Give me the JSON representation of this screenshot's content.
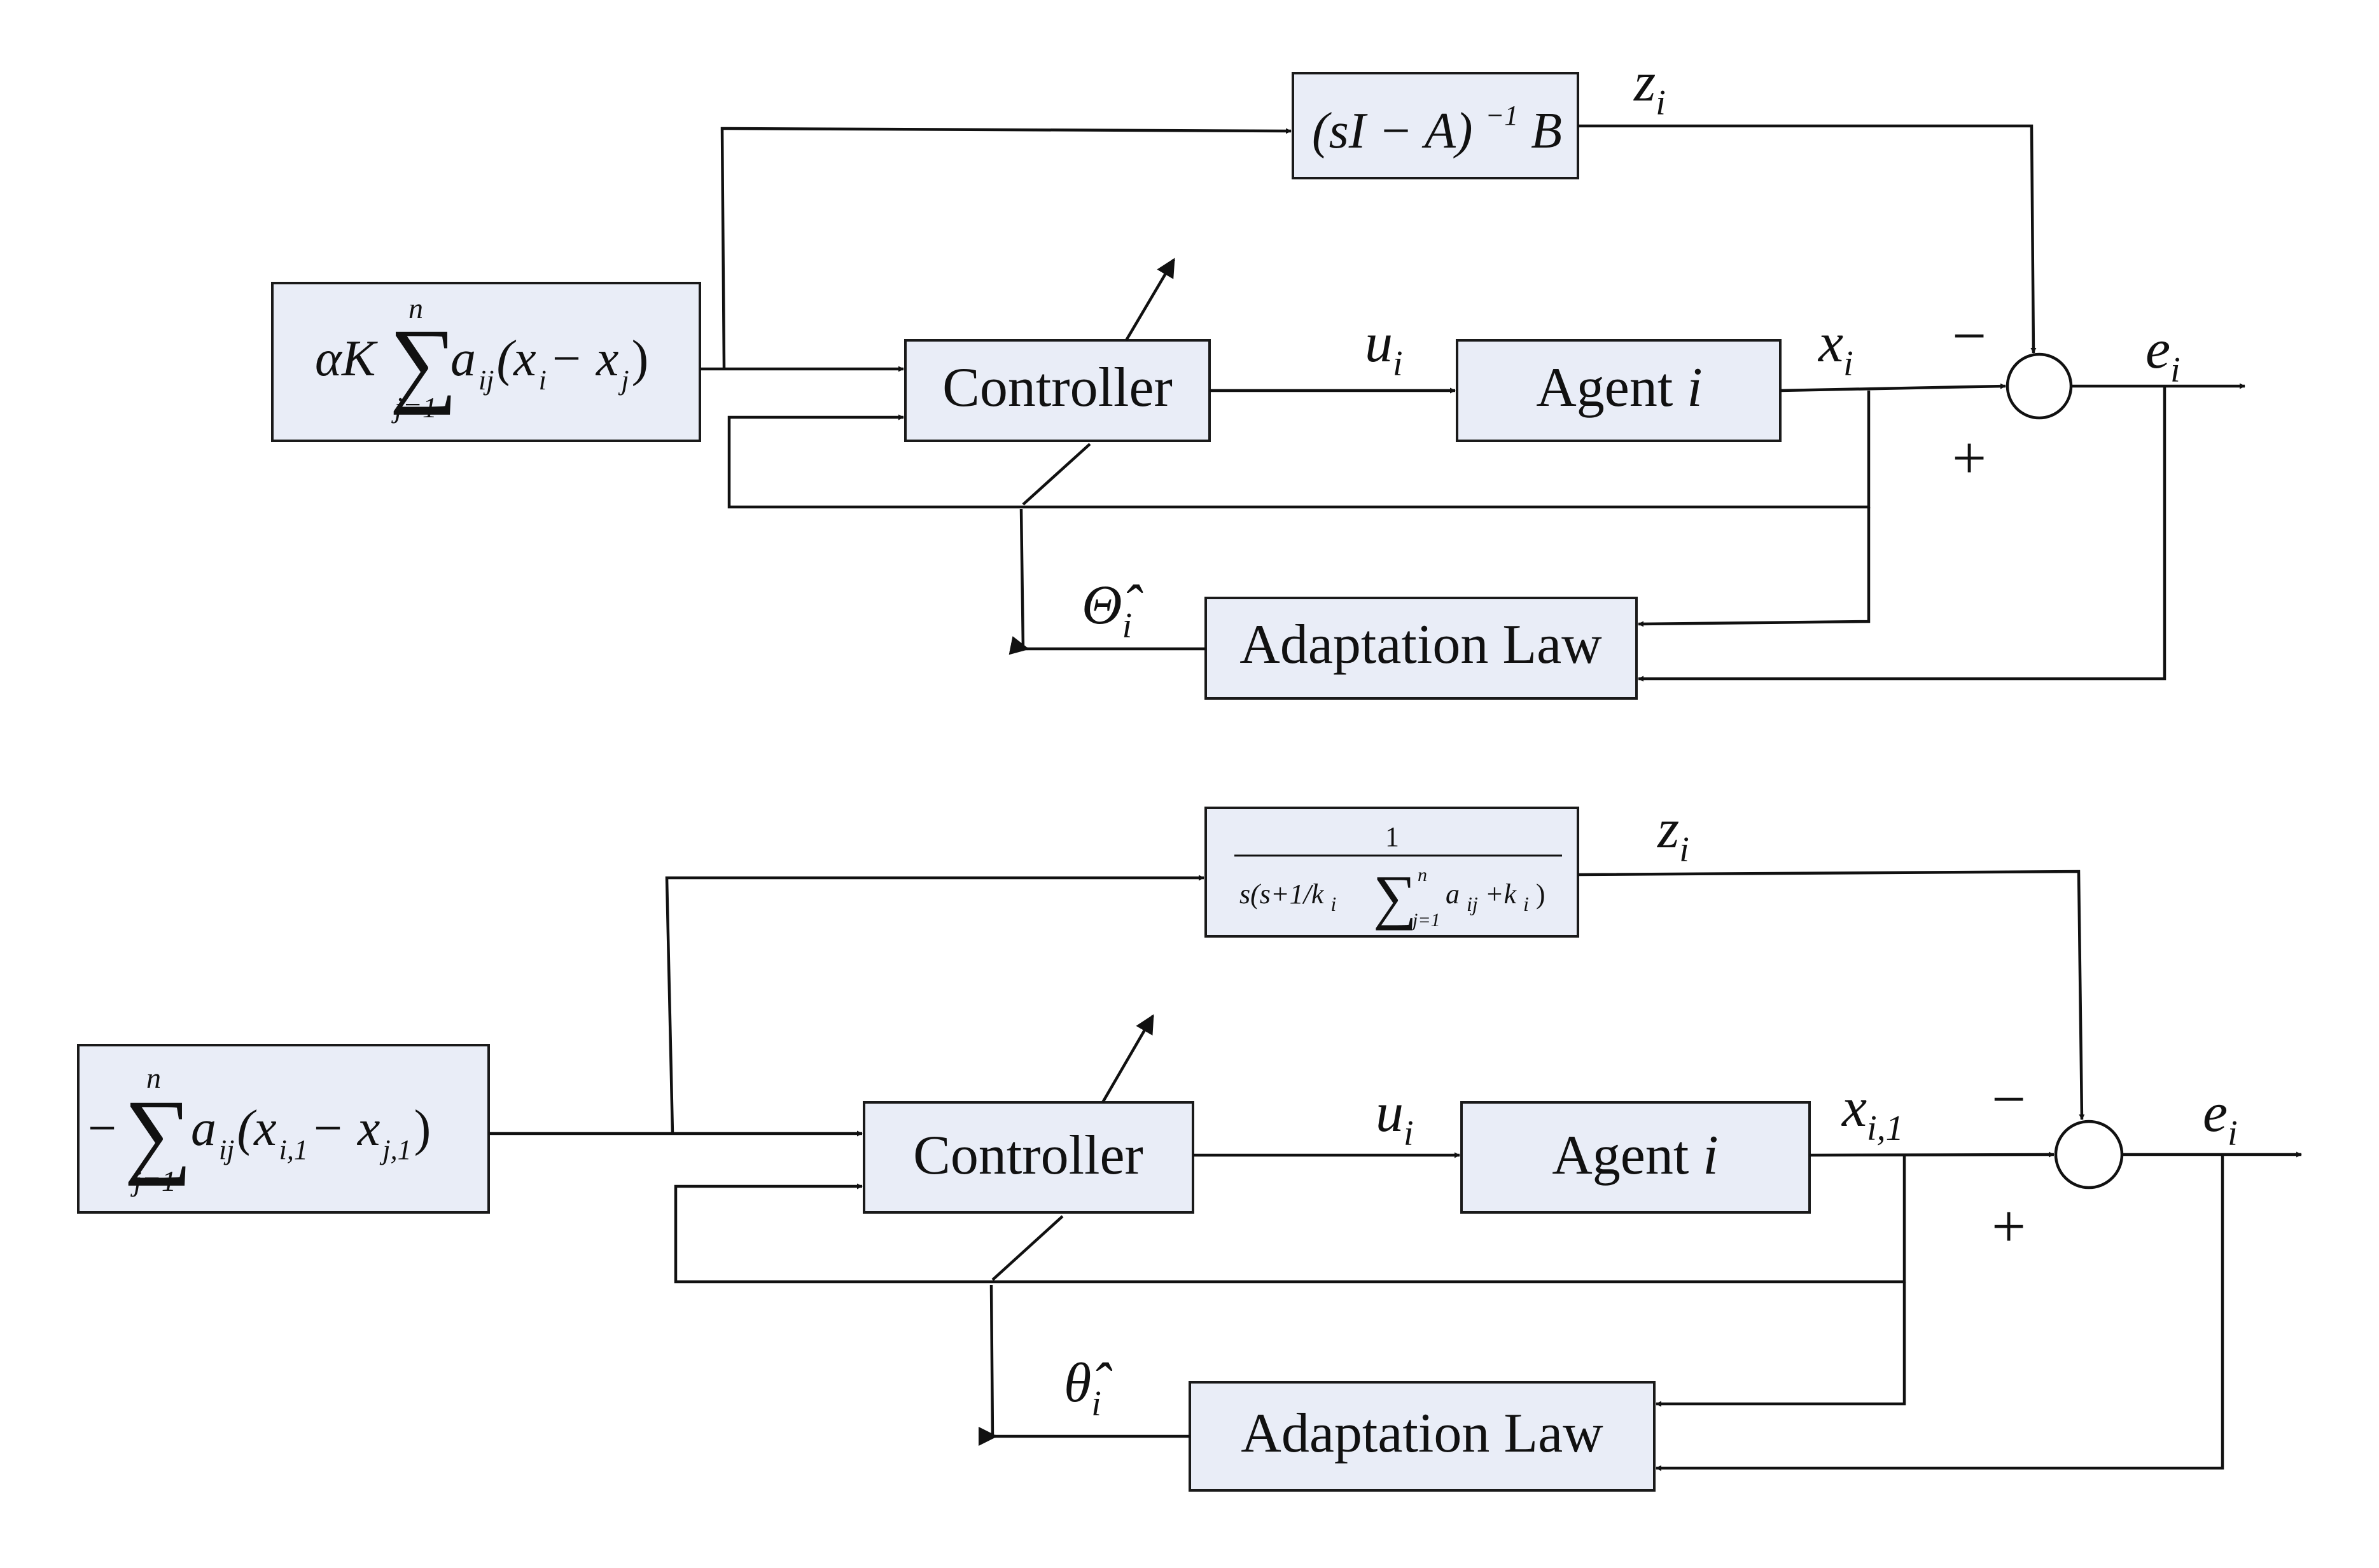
{
  "top_diagram": {
    "input_block": {
      "coef": "αK",
      "sum_symbol": "∑",
      "sum_upper": "n",
      "sum_lower": "j=1",
      "term": "a",
      "term_sub": "ij",
      "paren_open": "(x",
      "xi_sub": "i",
      "minus": " − x",
      "xj_sub": "j",
      "paren_close": ")"
    },
    "transfer_block": {
      "left": "(sI − A)",
      "exponent": "−1",
      "right": " B"
    },
    "controller": "Controller",
    "agent": {
      "text": "Agent ",
      "index": "i"
    },
    "adaptation": "Adaptation Law",
    "signals": {
      "z": "z",
      "z_sub": "i",
      "u": "u",
      "u_sub": "i",
      "x": "x",
      "x_sub": "i",
      "e": "e",
      "e_sub": "i",
      "theta": "Θ̂",
      "theta_sub": "i"
    },
    "minus_sign": "−",
    "plus_sign": "+"
  },
  "bottom_diagram": {
    "input_block": {
      "neg": "−",
      "sum_symbol": "∑",
      "sum_upper": "n",
      "sum_lower": "j=1",
      "term": "a",
      "term_sub": "ij",
      "paren_open": "(x",
      "xi_sub": "i,1",
      "minus": " − x",
      "xj_sub": "j,1",
      "paren_close": ")"
    },
    "transfer_block": {
      "numerator": "1",
      "den_a": "s(s+1/k",
      "den_a_sub": "i",
      "den_sum": "∑",
      "den_sum_upper": "n",
      "den_sum_lower": "j=1",
      "den_b": "a",
      "den_b_sub": "ij",
      "den_c": " +k",
      "den_c_sub": "i",
      "den_d": ")"
    },
    "controller": "Controller",
    "agent": {
      "text": "Agent ",
      "index": "i"
    },
    "adaptation": "Adaptation Law",
    "signals": {
      "z": "z",
      "z_sub": "i",
      "u": "u",
      "u_sub": "i",
      "x": "x",
      "x_sub": "i,1",
      "e": "e",
      "e_sub": "i",
      "theta": "θ̂",
      "theta_sub": "i"
    },
    "minus_sign": "−",
    "plus_sign": "+"
  }
}
